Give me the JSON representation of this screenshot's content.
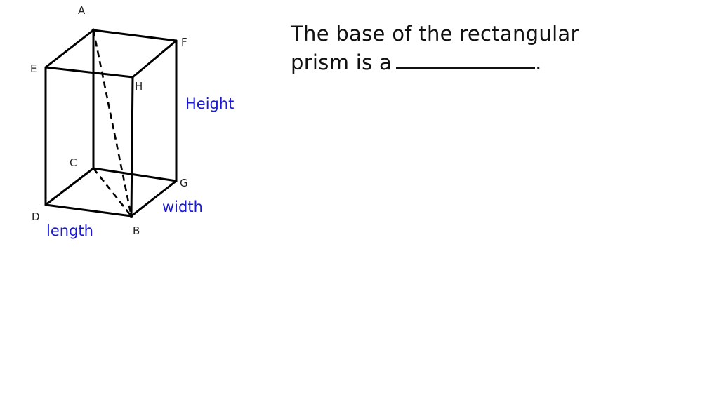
{
  "diagram": {
    "vertices": {
      "A": "A",
      "B": "B",
      "C": "C",
      "D": "D",
      "E": "E",
      "F": "F",
      "G": "G",
      "H": "H"
    },
    "dimensions": {
      "height": "Height",
      "width": "width",
      "length": "length"
    },
    "colors": {
      "edges": "#000000",
      "dimension_labels": "#1a1ad6",
      "vertex_labels": "#222222"
    }
  },
  "question": {
    "text_line1": "The base of the rectangular",
    "text_line2": "prism is a",
    "end_punct": "."
  }
}
